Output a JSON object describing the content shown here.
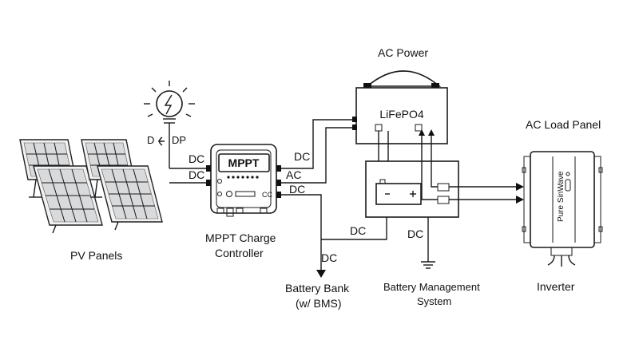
{
  "labels": {
    "pv_panels": "PV Panels",
    "mppt_title": "MPPT",
    "mppt_caption_1": "MPPT Charge",
    "mppt_caption_2": "Controller",
    "ac_power": "AC Power",
    "lifepo4": "LiFePO4",
    "ac_load_panel": "AC Load Panel",
    "inverter": "Inverter",
    "inverter_brand": "Pure SinWave",
    "battery_bank_1": "Battery Bank",
    "battery_bank_2": "(w/ BMS)",
    "bms_1": "Battery Management",
    "bms_2": "System",
    "dc_symbol_left": "D",
    "dc_symbol_right": "DP",
    "mppt_cc": "CC"
  },
  "wire_labels": {
    "dc_in_top": "DC",
    "dc_in_bottom": "DC",
    "mppt_dc_out": "DC",
    "mppt_ac_out": "AC",
    "mppt_dc_out_2": "DC",
    "battery_bank_dc": "DC",
    "bms_dc": "DC",
    "battery_line_dc": "DC"
  }
}
